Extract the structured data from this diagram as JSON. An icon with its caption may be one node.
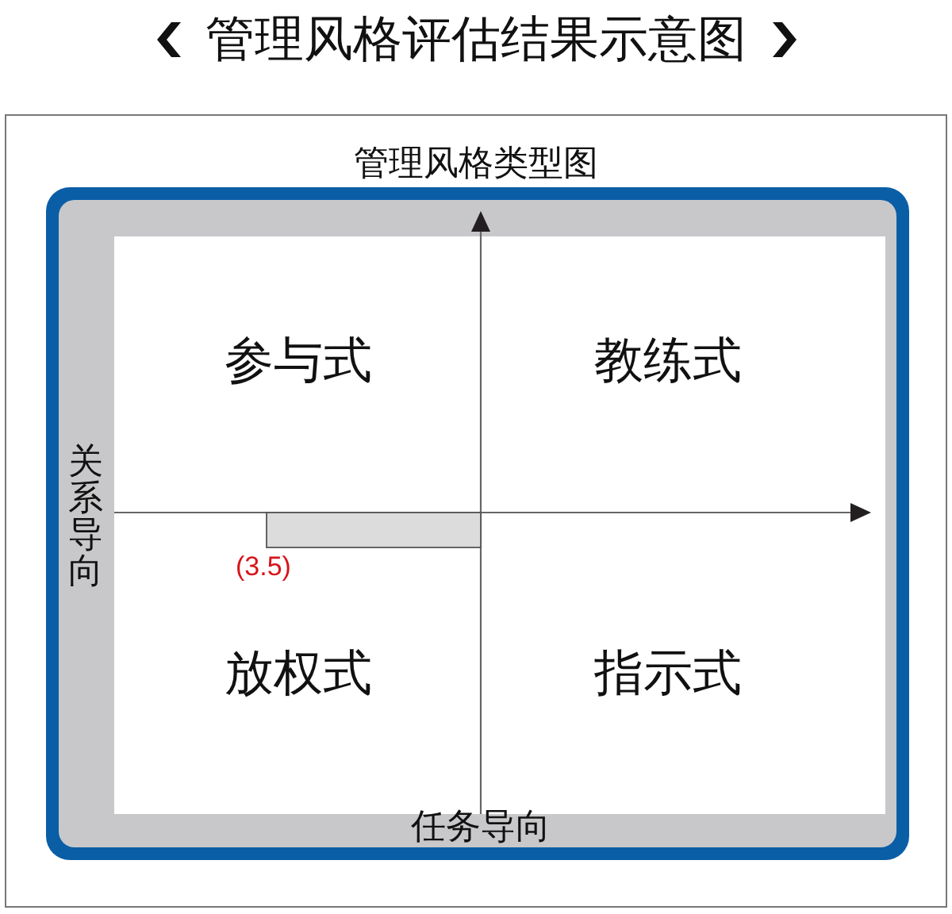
{
  "diagram": {
    "title": "管理风格评估结果示意图",
    "nodes": [
      {
        "text": [
          "管理风格类型图"
        ]
      },
      {
        "text": [],
        "shape": "bar",
        "in": 0,
        "beside": [
          "(3.5)"
        ]
      }
    ],
    "labels": [
      "参与式",
      "教练式",
      "关系导向",
      "放权式",
      "指示式",
      "任务导向"
    ]
  }
}
